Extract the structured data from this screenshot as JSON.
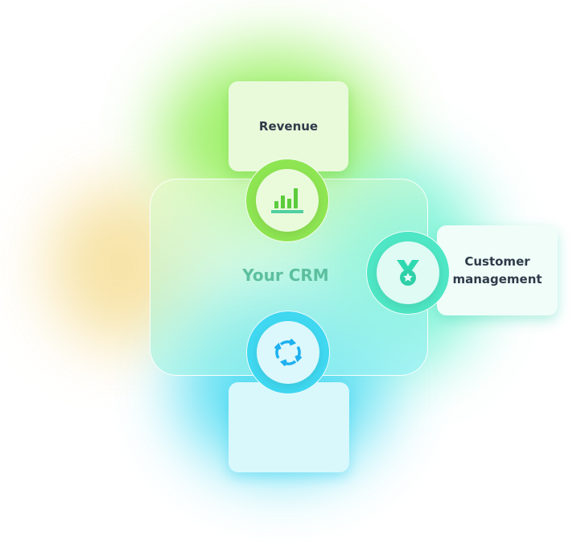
{
  "center_label": "Your CRM",
  "nodes": [
    {
      "label": "Revenue",
      "icon": "bar-chart-icon",
      "color": "#6cd43a"
    },
    {
      "label": "Customer management",
      "icon": "medal-icon",
      "color": "#2fd9b0"
    },
    {
      "label": "",
      "icon": "refresh-cycle-icon",
      "color": "#1ec8ef"
    }
  ]
}
